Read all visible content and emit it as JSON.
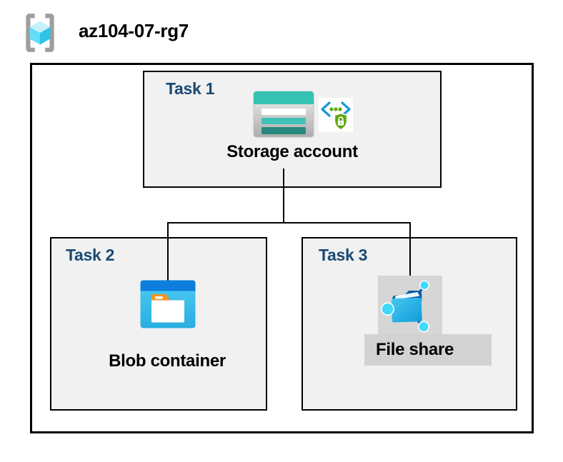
{
  "header": {
    "title": "az104-07-rg7",
    "icon": "resource-group-icon"
  },
  "tasks": {
    "task1": {
      "label": "Task 1",
      "resource": "Storage account",
      "icons": [
        "storage-account-icon",
        "sas-shield-lock-icon"
      ]
    },
    "task2": {
      "label": "Task 2",
      "resource": "Blob container",
      "icons": [
        "blob-container-icon"
      ]
    },
    "task3": {
      "label": "Task 3",
      "resource": "File share",
      "icons": [
        "file-share-icon"
      ]
    }
  },
  "connectors": [
    {
      "from": "storage-account",
      "to": "blob-container"
    },
    {
      "from": "storage-account",
      "to": "file-share"
    }
  ],
  "colors": {
    "task_label": "#1A4A73",
    "box_fill": "#F1F1F1",
    "box_border": "#000000",
    "selection_gray": "#D6D6D6",
    "storage_teal": "#35C2B2",
    "storage_teal_dark": "#27897D",
    "blob_band_blue": "#0D7EDB",
    "blob_cyan": "#3BC3EC",
    "folder_tab_orange": "#F7941E",
    "sas_blue": "#1898DB",
    "sas_green": "#61A60E",
    "fileshare_dark_blue": "#0A5CA8",
    "fileshare_cyan": "#2FB7E8",
    "node_cyan": "#3FD9F9",
    "rg_bracket_gray": "#9E9E9E",
    "rg_cube_cyan": "#31C8EA"
  }
}
